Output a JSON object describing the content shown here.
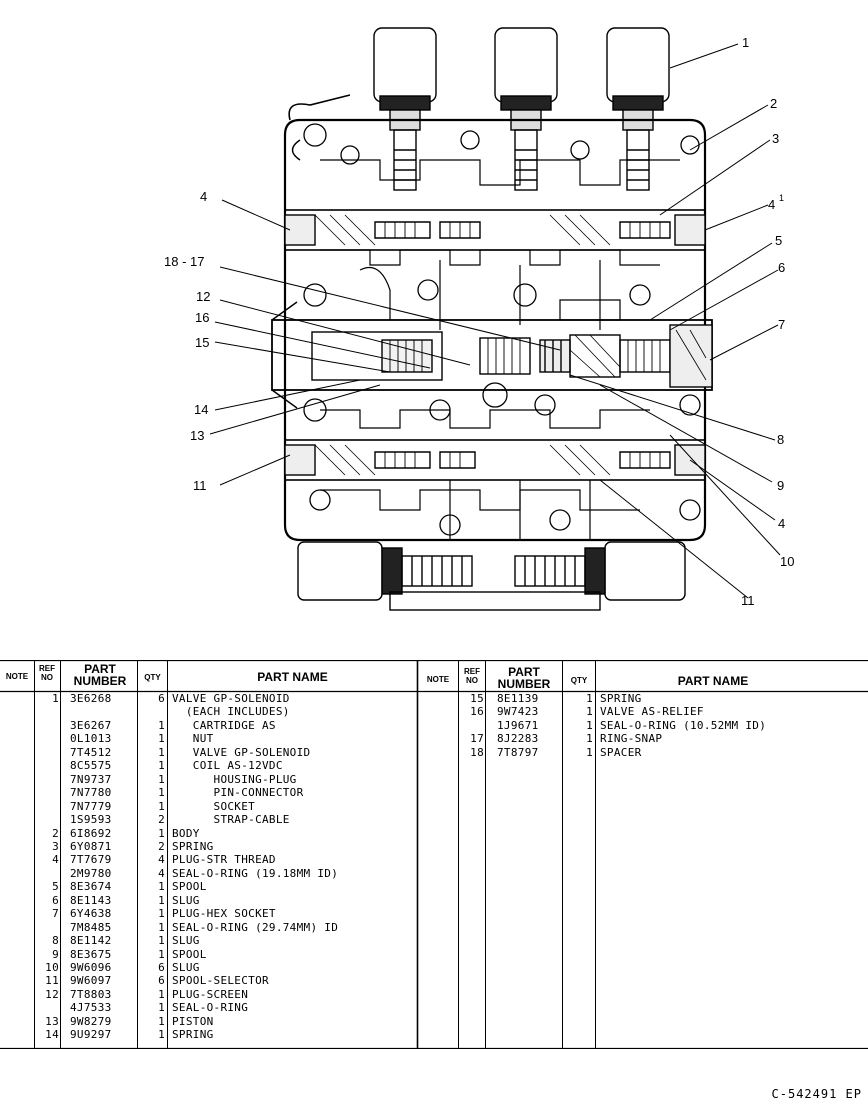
{
  "callouts": [
    "1",
    "2",
    "3",
    "4",
    "4",
    "5",
    "6",
    "7",
    "8",
    "9",
    "4",
    "10",
    "11",
    "11",
    "13",
    "14",
    "15",
    "16",
    "12",
    "18 - 17",
    "1"
  ],
  "headers": {
    "note": "NOTE",
    "ref_no": "REF NO",
    "part_number": "PART NUMBER",
    "qty": "QTY",
    "part_name": "PART NAME"
  },
  "left_rows": [
    {
      "ref": "1",
      "pn": "3E6268",
      "qty": "6",
      "name": "VALVE GP-SOLENOID"
    },
    {
      "ref": "",
      "pn": "",
      "qty": "",
      "name": "  (EACH INCLUDES)"
    },
    {
      "ref": "",
      "pn": "3E6267",
      "qty": "1",
      "name": "   CARTRIDGE AS"
    },
    {
      "ref": "",
      "pn": "0L1013",
      "qty": "1",
      "name": "   NUT"
    },
    {
      "ref": "",
      "pn": "7T4512",
      "qty": "1",
      "name": "   VALVE GP-SOLENOID"
    },
    {
      "ref": "",
      "pn": "8C5575",
      "qty": "1",
      "name": "   COIL AS-12VDC"
    },
    {
      "ref": "",
      "pn": "7N9737",
      "qty": "1",
      "name": "      HOUSING-PLUG"
    },
    {
      "ref": "",
      "pn": "7N7780",
      "qty": "1",
      "name": "      PIN-CONNECTOR"
    },
    {
      "ref": "",
      "pn": "7N7779",
      "qty": "1",
      "name": "      SOCKET"
    },
    {
      "ref": "",
      "pn": "1S9593",
      "qty": "2",
      "name": "      STRAP-CABLE"
    },
    {
      "ref": "2",
      "pn": "6I8692",
      "qty": "1",
      "name": "BODY"
    },
    {
      "ref": "3",
      "pn": "6Y0871",
      "qty": "2",
      "name": "SPRING"
    },
    {
      "ref": "4",
      "pn": "7T7679",
      "qty": "4",
      "name": "PLUG-STR THREAD"
    },
    {
      "ref": "",
      "pn": "2M9780",
      "qty": "4",
      "name": "SEAL-O-RING (19.18MM ID)"
    },
    {
      "ref": "5",
      "pn": "8E3674",
      "qty": "1",
      "name": "SPOOL"
    },
    {
      "ref": "6",
      "pn": "8E1143",
      "qty": "1",
      "name": "SLUG"
    },
    {
      "ref": "7",
      "pn": "6Y4638",
      "qty": "1",
      "name": "PLUG-HEX SOCKET"
    },
    {
      "ref": "",
      "pn": "7M8485",
      "qty": "1",
      "name": "SEAL-O-RING (29.74MM) ID"
    },
    {
      "ref": "8",
      "pn": "8E1142",
      "qty": "1",
      "name": "SLUG"
    },
    {
      "ref": "9",
      "pn": "8E3675",
      "qty": "1",
      "name": "SPOOL"
    },
    {
      "ref": "10",
      "pn": "9W6096",
      "qty": "6",
      "name": "SLUG"
    },
    {
      "ref": "11",
      "pn": "9W6097",
      "qty": "6",
      "name": "SPOOL-SELECTOR"
    },
    {
      "ref": "12",
      "pn": "7T8803",
      "qty": "1",
      "name": "PLUG-SCREEN"
    },
    {
      "ref": "",
      "pn": "4J7533",
      "qty": "1",
      "name": "SEAL-O-RING"
    },
    {
      "ref": "13",
      "pn": "9W8279",
      "qty": "1",
      "name": "PISTON"
    },
    {
      "ref": "14",
      "pn": "9U9297",
      "qty": "1",
      "name": "SPRING"
    }
  ],
  "right_rows": [
    {
      "ref": "15",
      "pn": "8E1139",
      "qty": "1",
      "name": "SPRING"
    },
    {
      "ref": "16",
      "pn": "9W7423",
      "qty": "1",
      "name": "VALVE AS-RELIEF"
    },
    {
      "ref": "",
      "pn": "1J9671",
      "qty": "1",
      "name": "SEAL-O-RING (10.52MM ID)"
    },
    {
      "ref": "17",
      "pn": "8J2283",
      "qty": "1",
      "name": "RING-SNAP"
    },
    {
      "ref": "18",
      "pn": "7T8797",
      "qty": "1",
      "name": "SPACER"
    }
  ],
  "drawing_code": "C-542491 EP"
}
